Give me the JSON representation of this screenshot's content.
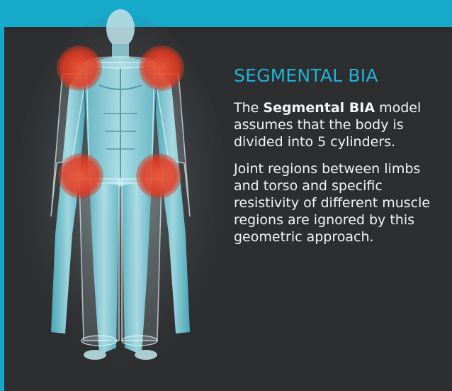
{
  "title": "SEGMENTAL BIA",
  "paragraph1": {
    "prefix": "The ",
    "bold": "Segmental BIA",
    "suffix": " model assumes that the body is divided into 5 cylinders."
  },
  "paragraph2": "Joint regions between limbs and torso and specific resistivity of different  muscle regions are ignored by this geometric approach.",
  "colors": {
    "top_band": "#17a9cc",
    "panel_background": "#2d2e30",
    "title_color": "#1fb2d8",
    "joint_highlight": "#e8412a",
    "body_color": "#7fd7e6"
  }
}
